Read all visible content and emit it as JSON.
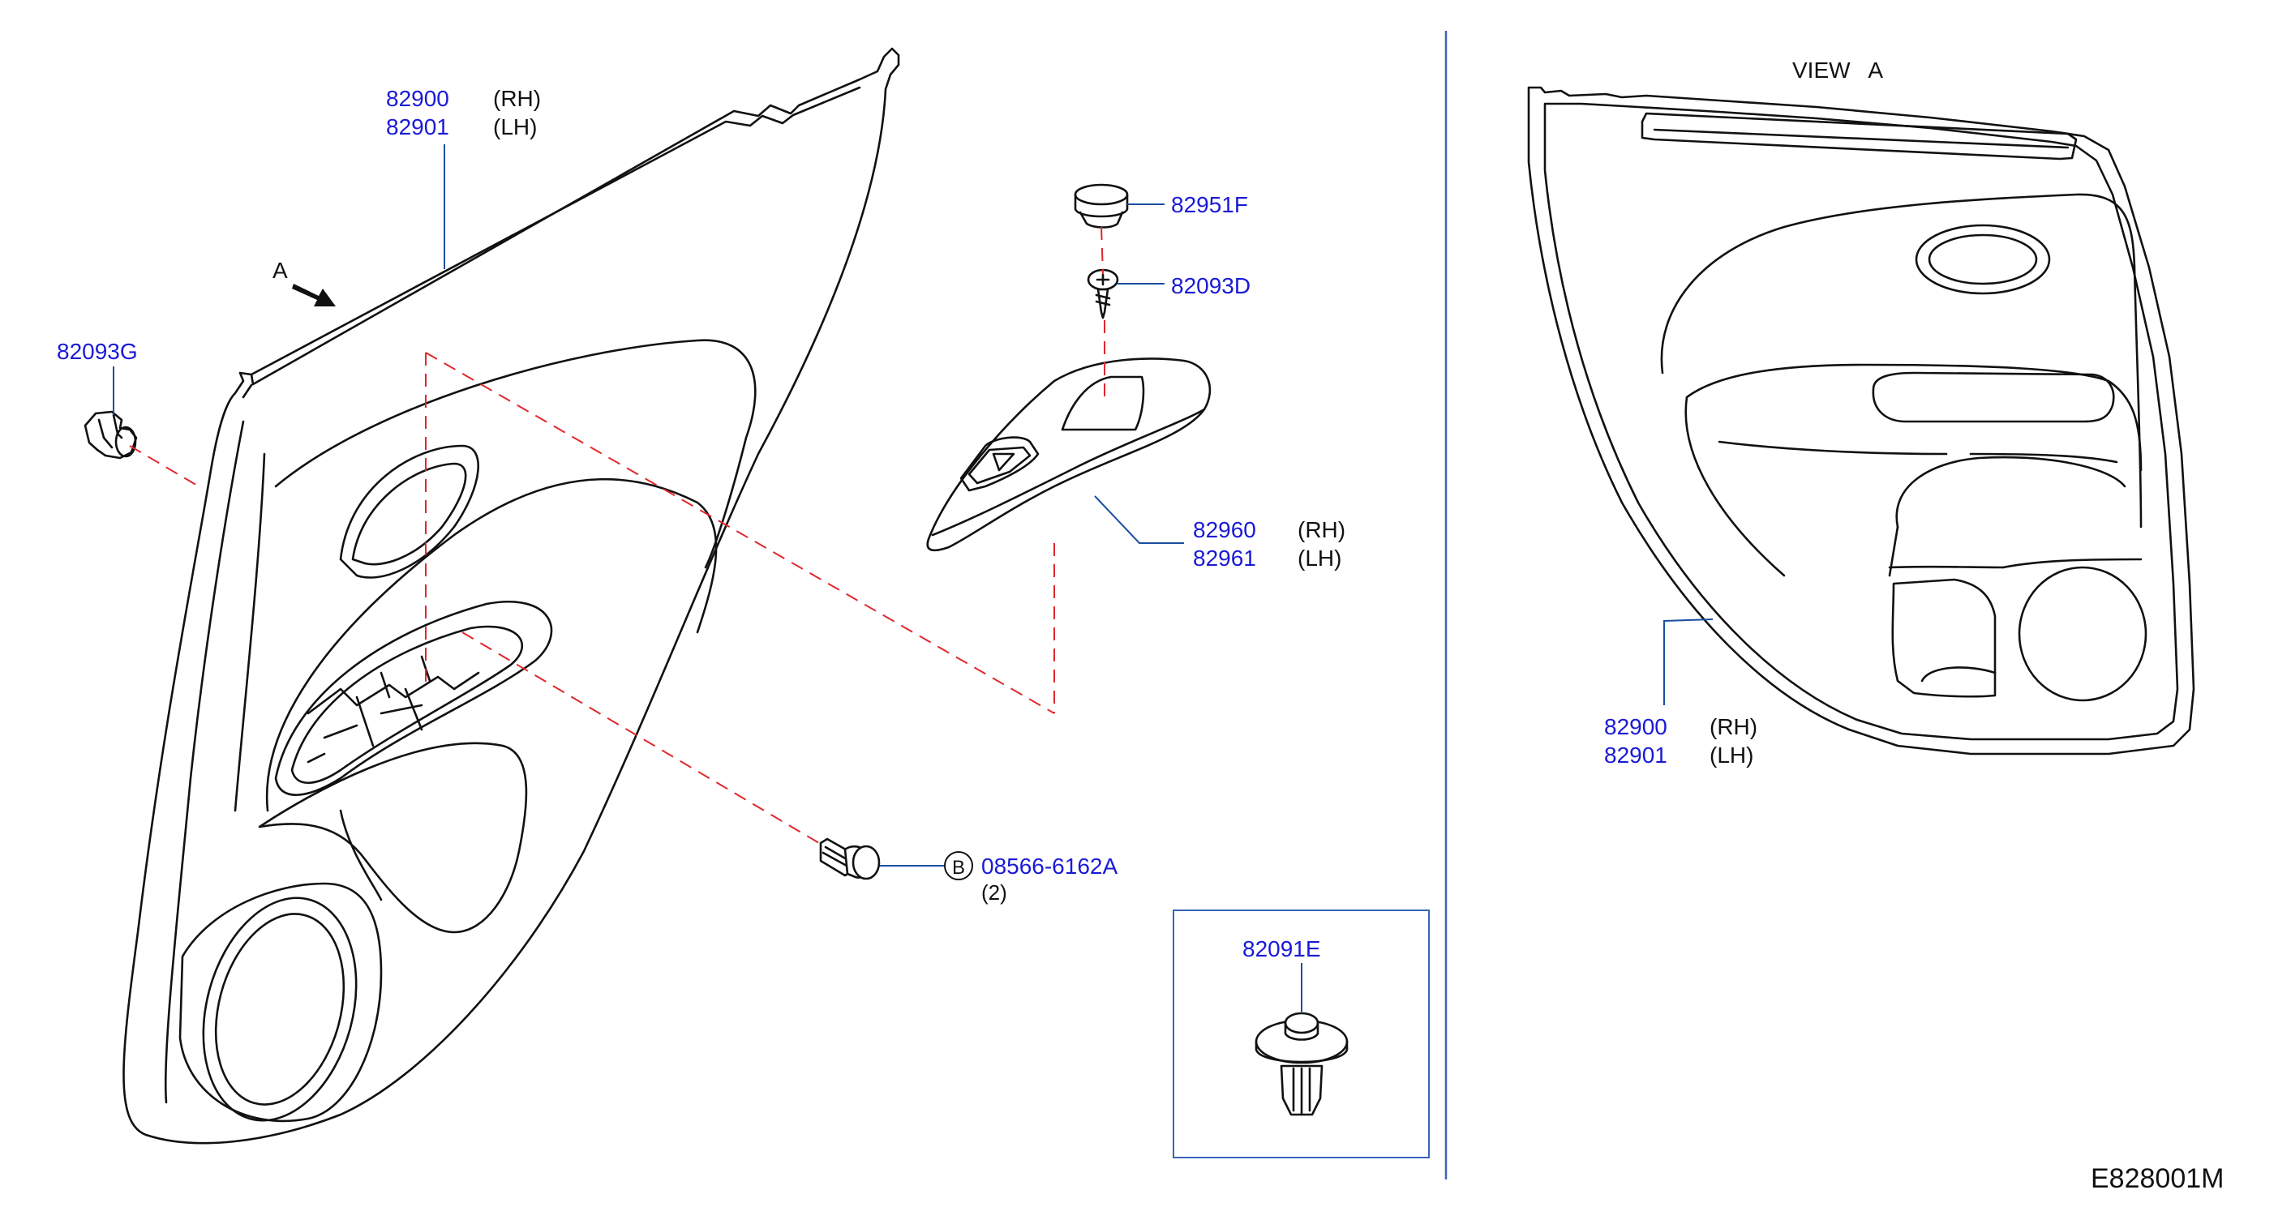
{
  "labels": {
    "panel_rh_pn": "82900",
    "panel_rh_side": "(RH)",
    "panel_lh_pn": "82901",
    "panel_lh_side": "(LH)",
    "view_arrow": "A",
    "clip_g": "82093G",
    "cap_f": "82951F",
    "screw_d": "82093D",
    "finisher_rh_pn": "82960",
    "finisher_rh_side": "(RH)",
    "finisher_lh_pn": "82961",
    "finisher_lh_side": "(LH)",
    "bolt_circle": "B",
    "bolt_pn": "08566-6162A",
    "bolt_qty": "(2)",
    "clip_e": "82091E",
    "view_title": "VIEW   A",
    "view_rh_pn": "82900",
    "view_rh_side": "(RH)",
    "view_lh_pn": "82901",
    "view_lh_side": "(LH)",
    "diagram_code": "E828001M"
  },
  "colors": {
    "part_number": "#1a1ad6",
    "leader_line": "#1a4fa0",
    "centerline": "#e0282d",
    "outline": "#111111"
  }
}
